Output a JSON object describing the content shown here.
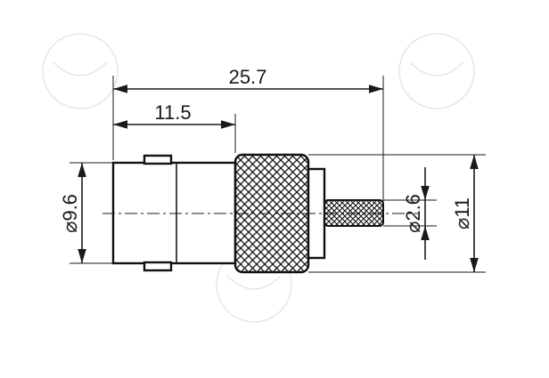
{
  "drawing": {
    "dimensions": {
      "overall_length": "25.7",
      "body_length": "11.5",
      "body_diameter": "9.6",
      "pin_diameter": "2.6",
      "nut_diameter": "11"
    },
    "diameter_symbol": "⌀"
  }
}
